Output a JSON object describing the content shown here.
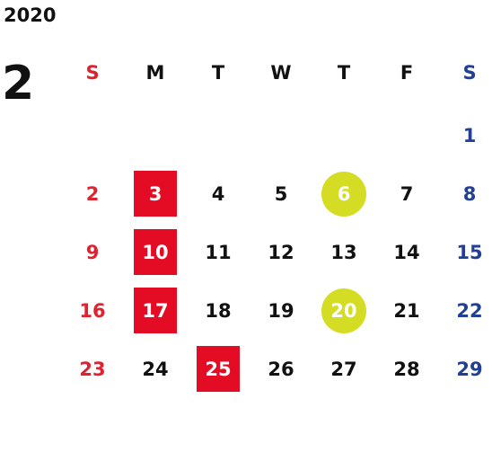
{
  "calendar": {
    "year": "2020",
    "month": "2",
    "weekdays": [
      "S",
      "M",
      "T",
      "W",
      "T",
      "F",
      "S"
    ],
    "weeks": [
      [
        "",
        "",
        "",
        "",
        "",
        "",
        "1"
      ],
      [
        "2",
        "3",
        "4",
        "5",
        "6",
        "7",
        "8"
      ],
      [
        "9",
        "10",
        "11",
        "12",
        "13",
        "14",
        "15"
      ],
      [
        "16",
        "17",
        "18",
        "19",
        "20",
        "21",
        "22"
      ],
      [
        "23",
        "24",
        "25",
        "26",
        "27",
        "28",
        "29"
      ]
    ],
    "red_square_days": [
      "3",
      "10",
      "17",
      "25"
    ],
    "circle_days": [
      "6",
      "20"
    ],
    "colors": {
      "sunday": "#e0212f",
      "saturday": "#213f96",
      "weekday": "#111111",
      "red_square": "#e30c24",
      "circle": "#d4dc24"
    }
  }
}
